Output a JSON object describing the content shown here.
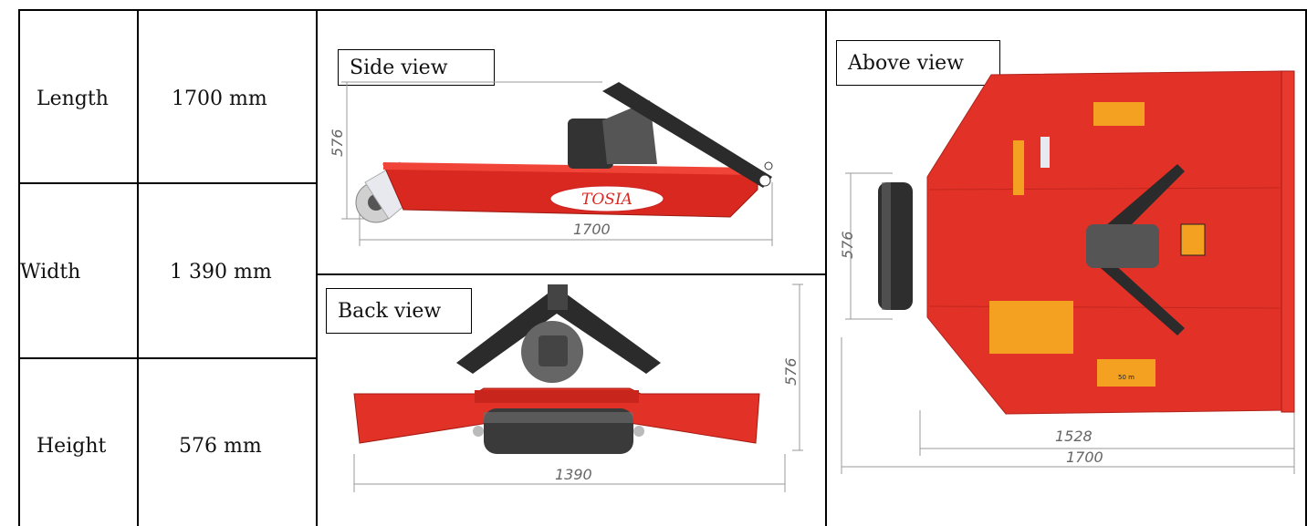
{
  "table": {
    "rows": [
      {
        "label": "Length",
        "value": "1700 mm"
      },
      {
        "label": "Width",
        "value": "1 390 mm"
      },
      {
        "label": "Height",
        "value": "576 mm"
      }
    ]
  },
  "views": {
    "side": {
      "title": "Side view",
      "dim_height": "576",
      "dim_length": "1700",
      "brand": "TOSIA"
    },
    "back": {
      "title": "Back view",
      "dim_height": "576",
      "dim_width": "1390"
    },
    "above": {
      "title": "Above view",
      "dim_height": "576",
      "dim_inner": "1528",
      "dim_length": "1700",
      "sticker_text": "50 m"
    }
  },
  "colors": {
    "machine_red": "#e5332a",
    "frame_dark": "#2b2b2b",
    "warning_yellow": "#f4a020"
  }
}
